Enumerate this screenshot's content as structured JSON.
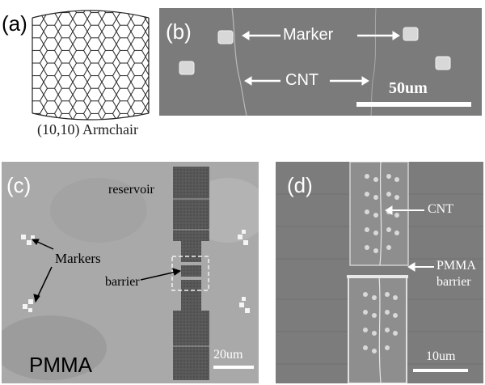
{
  "panel_a": {
    "label": "(a)",
    "caption": "(10,10) Armchair"
  },
  "panel_b": {
    "label": "(b)",
    "marker_text": "Marker",
    "cnt_text": "CNT",
    "scale_text": "50um"
  },
  "panel_c": {
    "label": "(c)",
    "reservoir_text": "reservoir",
    "markers_text": "Markers",
    "barrier_text": "barrier",
    "material_text": "PMMA",
    "scale_text": "20um"
  },
  "panel_d": {
    "label": "(d)",
    "cnt_text": "CNT",
    "pmma_text": "PMMA",
    "barrier_text": "barrier",
    "scale_text": "10um"
  }
}
